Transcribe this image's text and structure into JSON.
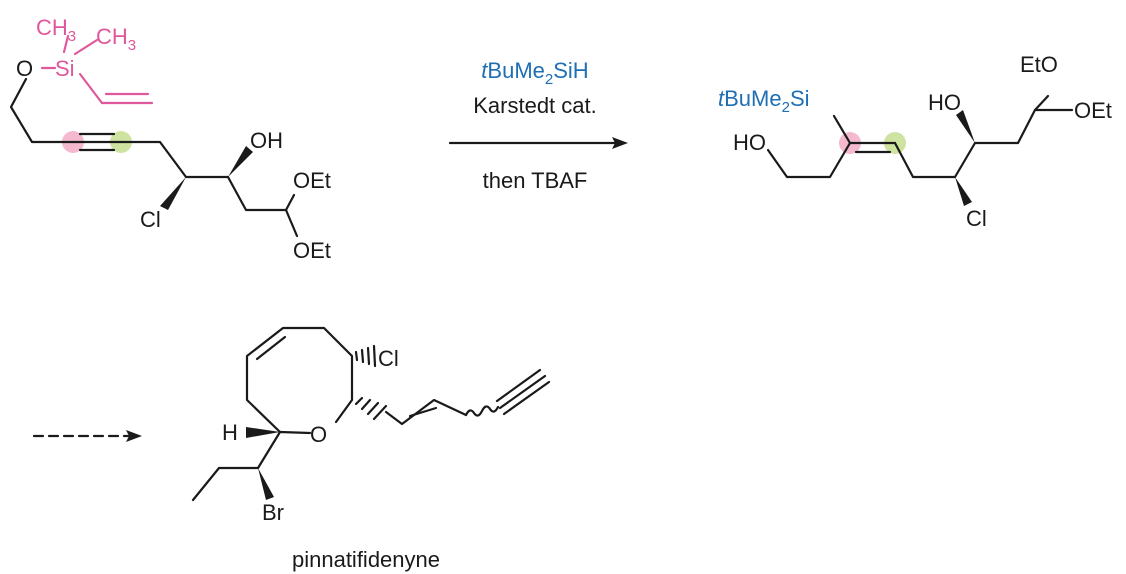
{
  "colors": {
    "bond": "#1a1a1a",
    "silyl_tether": "#e0589c",
    "reagent": "#1f6fb5",
    "highlight_pink": "#f4b8cf",
    "highlight_green": "#cfe3a1"
  },
  "reactant": {
    "ch3_a": "CH",
    "ch3_a_sub": "3",
    "ch3_b": "CH",
    "ch3_b_sub": "3",
    "o": "O",
    "si": "Si",
    "oh": "OH",
    "cl": "Cl",
    "oet_top": "OEt",
    "oet_bottom": "OEt"
  },
  "conditions": {
    "reagent_prefix": "t",
    "reagent_main": "BuMe",
    "reagent_sub": "2",
    "reagent_suffix": "SiH",
    "catalyst": "Karstedt cat.",
    "workup": "then TBAF"
  },
  "product": {
    "silyl_prefix": "t",
    "silyl_main": "BuMe",
    "silyl_sub": "2",
    "silyl_suffix": "Si",
    "ho_left": "HO",
    "ho_mid": "HO",
    "eto": "EtO",
    "oet": "OEt",
    "cl": "Cl"
  },
  "target": {
    "cl": "Cl",
    "h": "H",
    "o": "O",
    "br": "Br",
    "name": "pinnatifidenyne"
  }
}
